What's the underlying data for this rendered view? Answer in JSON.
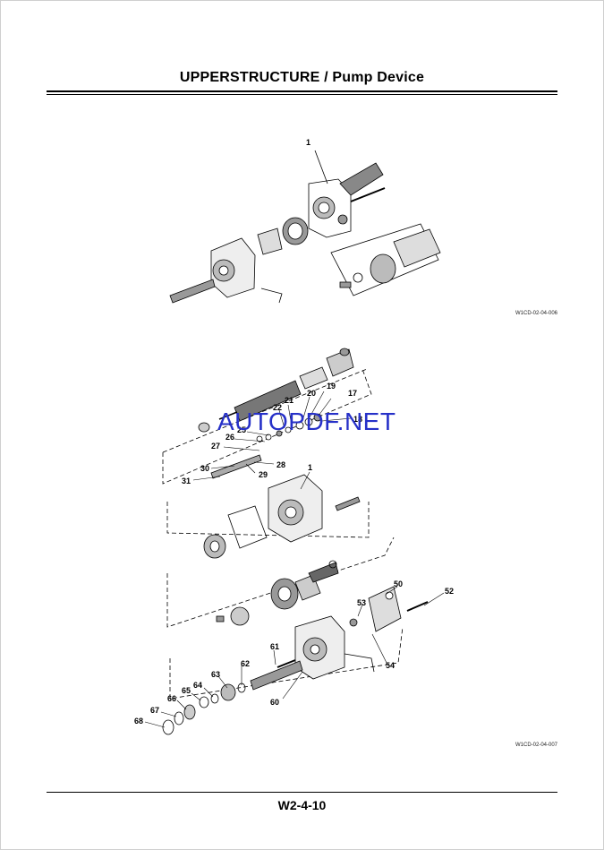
{
  "page": {
    "title": "UPPERSTRUCTURE / Pump Device",
    "page_number": "W2-4-10",
    "watermark": "AUTOPDF.NET"
  },
  "figure1": {
    "code": "W1CD-02-04-006",
    "callouts": [
      "1"
    ]
  },
  "figure2": {
    "code": "W1CD-02-04-007",
    "callouts": [
      "1",
      "17",
      "18",
      "19",
      "20",
      "21",
      "22",
      "25",
      "26",
      "27",
      "28",
      "29",
      "30",
      "31",
      "50",
      "52",
      "53",
      "54",
      "60",
      "61",
      "62",
      "63",
      "64",
      "65",
      "66",
      "67",
      "68"
    ]
  }
}
